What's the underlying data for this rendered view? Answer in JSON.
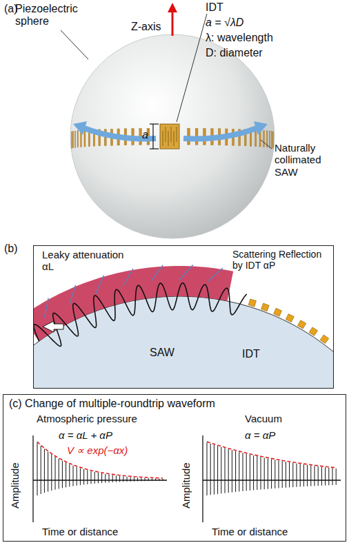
{
  "diagram": {
    "nodes": [
      {
        "text": [
          "Leaky attenuation αL",
          "SAW",
          "IDT",
          "Scattering Reflection by IDT αP"
        ]
      },
      {
        "text": [
          "(c) Change of multiple-roundtrip waveform",
          "Atmospheric pressure",
          "α = αL + αP",
          "V ∝ exp(−αx)",
          "Amplitude",
          "Time or distance",
          "Vacuum",
          "α = αP",
          "Amplitude",
          "Time or distance"
        ]
      }
    ],
    "labels": [
      "(a)",
      "Piezoelectric sphere",
      "Z-axis",
      "IDT",
      "a = √λD",
      "λ: wavelength",
      "D: diameter",
      "a",
      "Naturally collimated SAW",
      "(b)"
    ]
  }
}
